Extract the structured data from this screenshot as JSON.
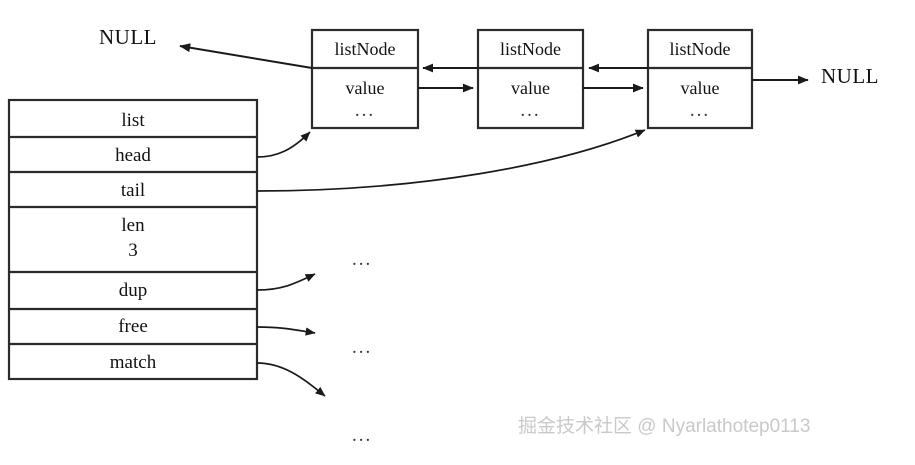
{
  "diagram": {
    "title_hidden": "",
    "struct": {
      "name": "list",
      "fields": [
        {
          "label": "list",
          "value": ""
        },
        {
          "label": "head",
          "value": ""
        },
        {
          "label": "tail",
          "value": ""
        },
        {
          "label": "len",
          "value": "3"
        },
        {
          "label": "dup",
          "value": ""
        },
        {
          "label": "free",
          "value": ""
        },
        {
          "label": "match",
          "value": ""
        }
      ]
    },
    "nodes": [
      {
        "type": "listNode",
        "value": "value",
        "more": "..."
      },
      {
        "type": "listNode",
        "value": "value",
        "more": "..."
      },
      {
        "type": "listNode",
        "value": "value",
        "more": "..."
      }
    ],
    "terminals": {
      "left_null": "NULL",
      "right_null": "NULL"
    },
    "ellipses": [
      "...",
      "...",
      "..."
    ],
    "colors": {
      "stroke": "#2b2b2b",
      "arrow": "#1a1a1a",
      "background": "#ffffff",
      "text": "#111111",
      "watermark": "#c9c9c9"
    }
  },
  "watermark": {
    "text": "掘金技术社区 @ Nyarlathotep0113"
  }
}
